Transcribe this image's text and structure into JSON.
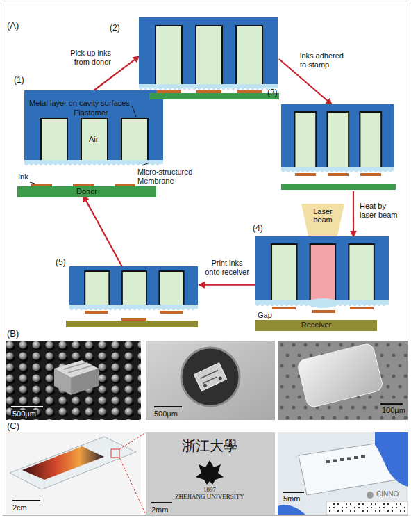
{
  "diagram": {
    "nodes": [
      {
        "text": [
          "(1)"
        ]
      },
      {
        "text": [
          "Donor"
        ],
        "in": 0
      },
      {
        "text": [
          "(2)"
        ]
      },
      {
        "text": [
          "(3)"
        ]
      },
      {
        "text": [
          "Laser beam"
        ]
      },
      {
        "text": [
          "(4)"
        ]
      },
      {
        "text": [
          "Receiver"
        ],
        "in": 5
      },
      {
        "text": [
          "(5)"
        ]
      }
    ],
    "edges": [
      {
        "from": 0,
        "to": 2,
        "label": "Pick up inks from donor",
        "arrow": "to"
      },
      {
        "from": 2,
        "to": 3,
        "label": "inks adhered to stamp",
        "arrow": "to"
      },
      {
        "from": 3,
        "to": 5,
        "label": "Heat by laser beam",
        "arrow": "to"
      },
      {
        "from": 5,
        "to": 7,
        "label": "Print inks onto receiver",
        "arrow": "to"
      },
      {
        "from": 7,
        "to": 0,
        "arrow": "to"
      }
    ],
    "labels": [
      "(A)",
      "Metal layer on cavity surfaces",
      "Elastomer",
      "Air",
      "Micro-structured Membrane",
      "Ink",
      "Gap",
      "(B)",
      "500μm",
      "500μm",
      "100μm",
      "(C)",
      "2cm",
      "浙江大學",
      "1897",
      "ZHEJIANG UNIVERSITY",
      "2mm",
      "5mm",
      "CINNO"
    ]
  }
}
